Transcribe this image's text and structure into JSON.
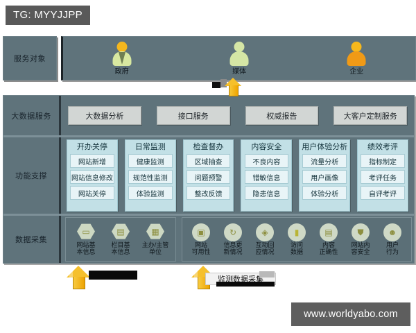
{
  "overlay": {
    "tg_tag": "TG: MYYJJPP",
    "watermark": "www.worldyabo.com"
  },
  "service_object_row": {
    "label": "服务对象",
    "items": [
      {
        "caption": "政府",
        "icon": "person-government-icon"
      },
      {
        "caption": "媒体",
        "icon": "person-media-icon"
      },
      {
        "caption": "企业",
        "icon": "person-enterprise-icon"
      }
    ]
  },
  "big_data_service_row": {
    "label": "大数据服务",
    "buttons": [
      "大数据分析",
      "接口服务",
      "权威报告",
      "大客户定制服务"
    ]
  },
  "function_support_row": {
    "label": "功能支撑",
    "cards": [
      {
        "title": "开办关停",
        "items": [
          "网站新增",
          "网站信息修改",
          "网站关停"
        ]
      },
      {
        "title": "日常监测",
        "items": [
          "健康监测",
          "规范性监测",
          "体验监测"
        ]
      },
      {
        "title": "检查督办",
        "items": [
          "区域抽查",
          "问题预警",
          "整改反馈"
        ]
      },
      {
        "title": "内容安全",
        "items": [
          "不良内容",
          "错敏信息",
          "隐患信息"
        ]
      },
      {
        "title": "用户体验分析",
        "items": [
          "流量分析",
          "用户画像",
          "体验分析"
        ]
      },
      {
        "title": "绩效考评",
        "items": [
          "指标制定",
          "考评任务",
          "自评考评"
        ]
      }
    ]
  },
  "data_collection_row": {
    "label": "数据采集",
    "group_one": [
      {
        "caption": "网站基\n本信息",
        "icon": "monitor-hex-icon",
        "glyph": "▭"
      },
      {
        "caption": "栏目基\n本信息",
        "icon": "document-hex-icon",
        "glyph": "▤"
      },
      {
        "caption": "主办/主管\n单位",
        "icon": "building-hex-icon",
        "glyph": "▦"
      }
    ],
    "group_two": [
      {
        "caption": "网站\n可用性",
        "icon": "screen-circle-icon",
        "glyph": "▣"
      },
      {
        "caption": "信息更\n新情况",
        "icon": "refresh-circle-icon",
        "glyph": "↻"
      },
      {
        "caption": "互动回\n应情况",
        "icon": "tag-circle-icon",
        "glyph": "◈"
      },
      {
        "caption": "访问\n数据",
        "icon": "barchart-circle-icon",
        "glyph": "▮"
      },
      {
        "caption": "内容\n正确性",
        "icon": "page-circle-icon",
        "glyph": "▤"
      },
      {
        "caption": "网站内\n容安全",
        "icon": "shield-circle-icon",
        "glyph": "⛊"
      },
      {
        "caption": "用户\n行为",
        "icon": "user-circle-icon",
        "glyph": "☻"
      }
    ]
  },
  "bottom_arrows": {
    "left": {
      "icon": "up-arrow-icon",
      "label": ""
    },
    "right": {
      "icon": "up-arrow-icon",
      "label": "监测数据采集"
    }
  },
  "mid_arrow": {
    "icon": "up-arrow-icon"
  },
  "colors": {
    "panel": "#5f737b",
    "card": "#c2e0e6",
    "button": "#d2d6d4",
    "arrow": "#f5c02c",
    "tag_bg": "#595959"
  }
}
